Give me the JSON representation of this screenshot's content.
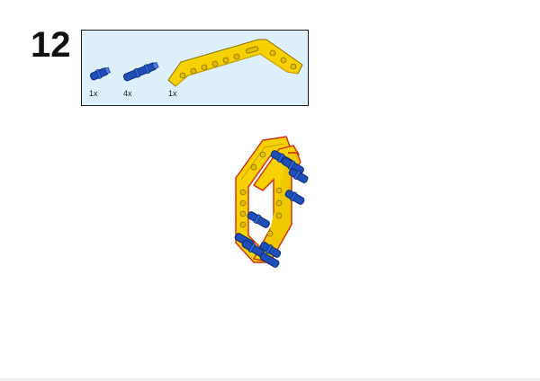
{
  "step": {
    "number": "12"
  },
  "parts_list": {
    "items": [
      {
        "part": "short-blue-axle-pin",
        "quantity_label": "1x",
        "icon": "short-pin-icon"
      },
      {
        "part": "long-blue-axle-pin",
        "quantity_label": "4x",
        "icon": "long-pin-icon"
      },
      {
        "part": "yellow-bent-liftarm",
        "quantity_label": "1x",
        "icon": "bent-beam-icon"
      }
    ]
  },
  "colors": {
    "callout_background": "#dceffb",
    "beam_yellow": "#f8d200",
    "beam_outline": "#d12a12",
    "pin_blue": "#1f4fb5",
    "pin_dark": "#0c2a78"
  }
}
